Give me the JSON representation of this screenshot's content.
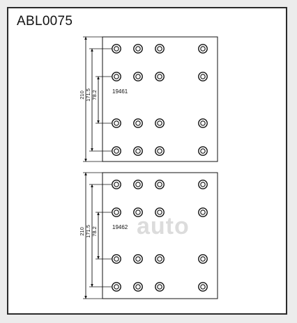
{
  "part_code": "ABL0075",
  "watermark": "auto",
  "colors": {
    "line": "#111111",
    "border": "#2a2a2a",
    "watermark": "#d9d9d9"
  },
  "pads": [
    {
      "part_number": "19461",
      "dimensions": {
        "height": "210",
        "outer_span": "171.5",
        "inner_span": "78.2"
      },
      "hole_grid": {
        "rows": 4,
        "columns": 4
      }
    },
    {
      "part_number": "19462",
      "dimensions": {
        "height": "210",
        "outer_span": "171.5",
        "inner_span": "78.2"
      },
      "hole_grid": {
        "rows": 4,
        "columns": 4
      }
    }
  ]
}
